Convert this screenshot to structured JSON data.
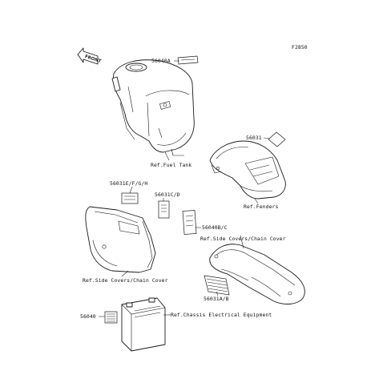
{
  "figure_code": "F2850",
  "front_badge": "FRONT",
  "parts": [
    {
      "id": "56040A"
    },
    {
      "id": "56031"
    },
    {
      "id": "56031E/F/G/H"
    },
    {
      "id": "56031C/D"
    },
    {
      "id": "56040B/C"
    },
    {
      "id": "56031A/B"
    },
    {
      "id": "56040"
    }
  ],
  "references": [
    {
      "text": "Ref.Fuel Tank"
    },
    {
      "text": "Ref.Fenders"
    },
    {
      "text": "Ref.Side Covers/Chain Cover"
    },
    {
      "text": "Ref.Side Covers/Chain Cover"
    },
    {
      "text": "Ref.Chassis Electrical Equipment"
    }
  ],
  "colors": {
    "line": "#1a1a1a",
    "background": "#ffffff"
  }
}
